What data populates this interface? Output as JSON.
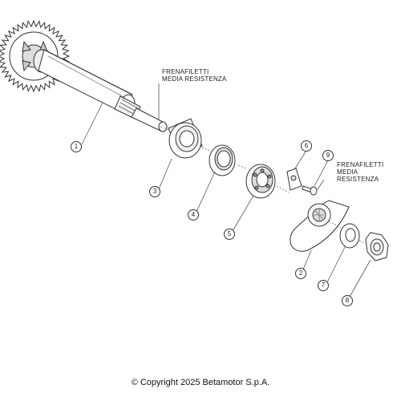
{
  "notes": [
    {
      "line1": "FRENAFILETTI",
      "line2": "MEDIA RESISTENZA"
    },
    {
      "line1": "FRENAFILETTI",
      "line2": "MEDIA RESISTENZA"
    }
  ],
  "callouts": [
    "1",
    "2",
    "3",
    "4",
    "5",
    "6",
    "7",
    "8",
    "9"
  ],
  "footer": {
    "copyright": "© Copyright 2025 Betamotor S.p.A."
  },
  "colors": {
    "line": "#333333",
    "fill": "#ffffff",
    "shade": "#cfcfcf"
  }
}
